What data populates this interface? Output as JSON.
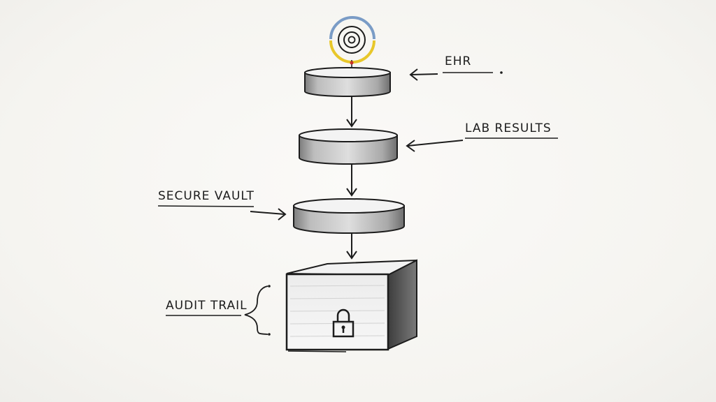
{
  "diagram": {
    "labels": {
      "ehr": "EHR",
      "lab_results": "LAB RESULTS",
      "secure_vault": "SECURE VAULT",
      "audit_trail": "AUDIT TRAIL"
    },
    "icons": {
      "top": "target-ring-icon",
      "box": "padlock-icon"
    },
    "colors": {
      "ink": "#1c1c1c",
      "ring_blue": "#7a9cc6",
      "ring_yellow": "#e8c72a",
      "node_dot": "#c8322a"
    }
  }
}
